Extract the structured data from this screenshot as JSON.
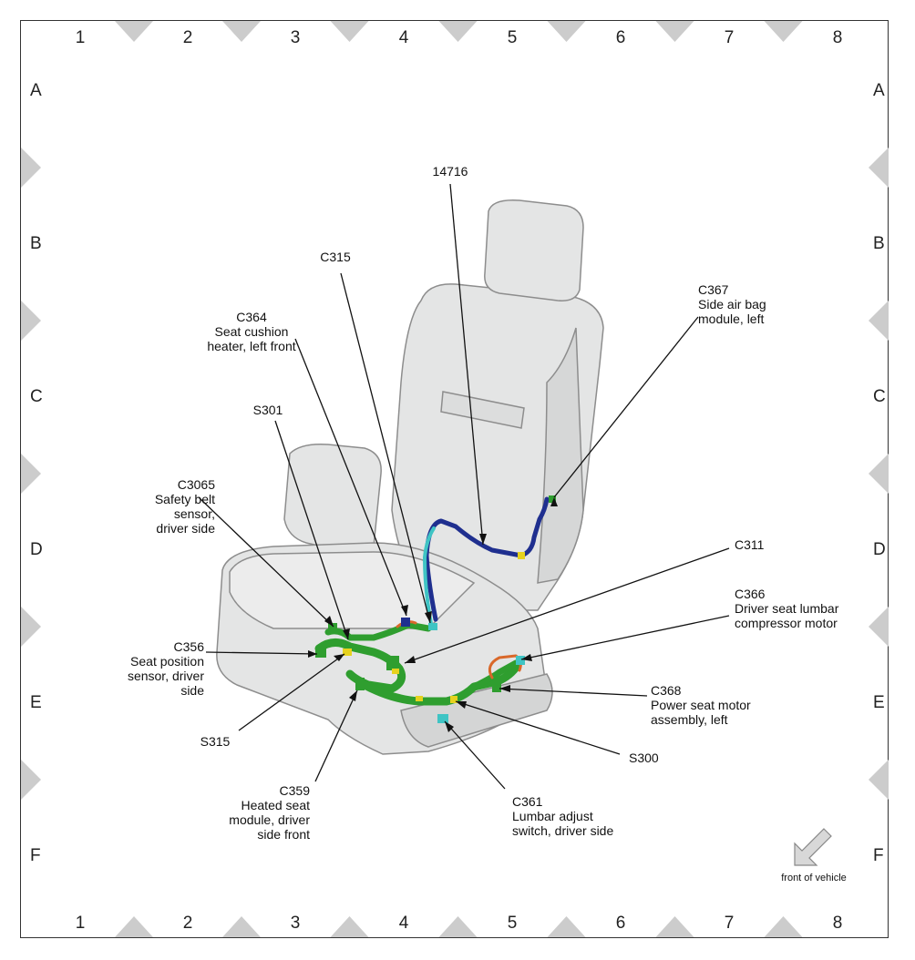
{
  "grid": {
    "columns": [
      "1",
      "2",
      "3",
      "4",
      "5",
      "6",
      "7",
      "8"
    ],
    "rows": [
      "A",
      "B",
      "C",
      "D",
      "E",
      "F"
    ]
  },
  "callouts": {
    "c14716": "14716",
    "c315": "C315",
    "c364": "C364\nSeat cushion\nheater, left front",
    "s301": "S301",
    "c3065": "C3065\nSafety belt\nsensor,\ndriver side",
    "c356": "C356\nSeat position\nsensor, driver\nside",
    "s315": "S315",
    "c359": "C359\nHeated seat\nmodule, driver\nside front",
    "c361": "C361\nLumbar adjust\nswitch, driver side",
    "s300": "S300",
    "c368": "C368\nPower seat motor\nassembly, left",
    "c366": "C366\nDriver seat lumbar\ncompressor motor",
    "c311": "C311",
    "c367": "C367\nSide air bag\nmodule, left"
  },
  "front_of_vehicle": "front of vehicle",
  "colors": {
    "seat_fill": "#e4e5e5",
    "seat_stroke": "#8d8d8d",
    "harness_green": "#2f9e2f",
    "harness_blue": "#1f2f8f",
    "harness_cyan": "#3fc4c4",
    "harness_orange": "#d9682a",
    "connector_yellow": "#e6d21e",
    "border_triangle": "#cccccc"
  }
}
